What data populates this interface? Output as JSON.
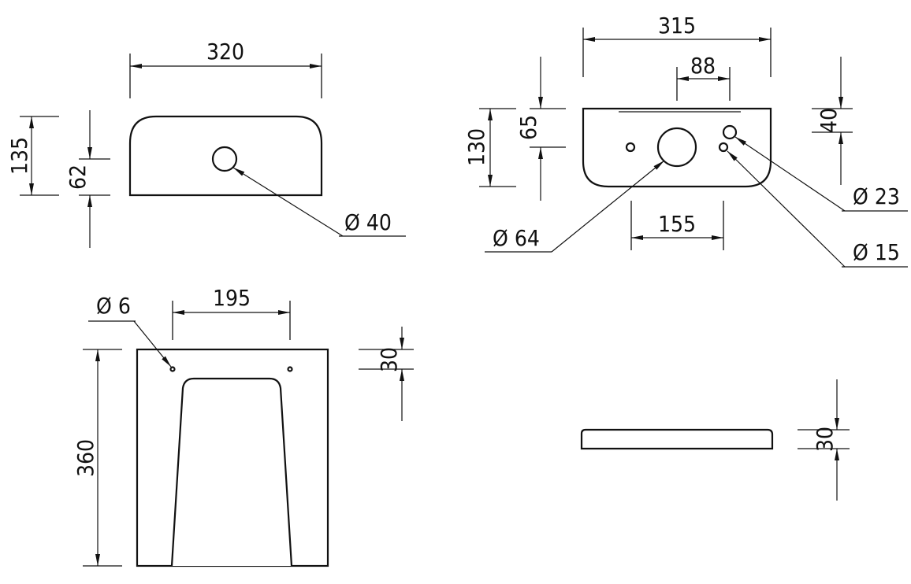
{
  "views": {
    "front": {
      "width_dim": "320",
      "height_dim": "135",
      "hole_height_dim": "62",
      "hole_callout": "Ø 40"
    },
    "back": {
      "width_dim": "315",
      "spacing_dim": "88",
      "height_dim": "130",
      "offset_dim": "65",
      "small_hole_height_dim": "40",
      "center_offset_dim": "155",
      "large_hole_callout": "Ø 64",
      "upper_hole_callout": "Ø 23",
      "lower_hole_callout": "Ø 15"
    },
    "top": {
      "hole_callout": "Ø 6",
      "hole_spacing_dim": "195",
      "depth_dim": "360",
      "thickness_dim": "30"
    },
    "side": {
      "thickness_dim": "30"
    }
  }
}
